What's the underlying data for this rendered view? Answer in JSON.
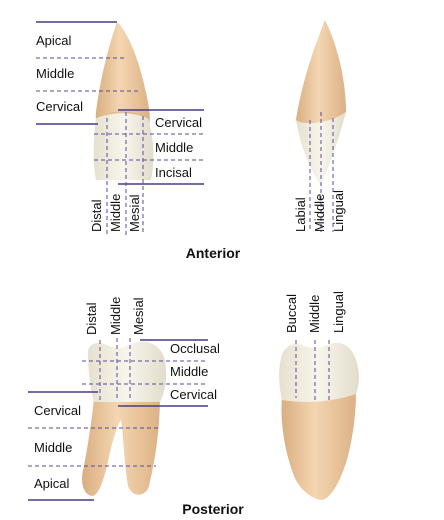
{
  "anterior": {
    "heading": "Anterior",
    "root_zones": [
      "Apical",
      "Middle",
      "Cervical"
    ],
    "crown_zones": [
      "Cervical",
      "Middle",
      "Incisal"
    ],
    "mesiodistal": [
      "Distal",
      "Middle",
      "Mesial"
    ],
    "labiolingual": [
      "Labial",
      "Middle",
      "Lingual"
    ]
  },
  "posterior": {
    "heading": "Posterior",
    "buccolingual": [
      "Buccal",
      "Middle",
      "Lingual"
    ],
    "mesiodistal": [
      "Distal",
      "Middle",
      "Mesial"
    ],
    "crown_zones": [
      "Occlusal",
      "Middle",
      "Cervical"
    ],
    "root_zones": [
      "Cervical",
      "Middle",
      "Apical"
    ]
  },
  "colors": {
    "root": "#ecc9a0",
    "crown": "#f2ede0",
    "guide_line": "#4a3a8a"
  }
}
